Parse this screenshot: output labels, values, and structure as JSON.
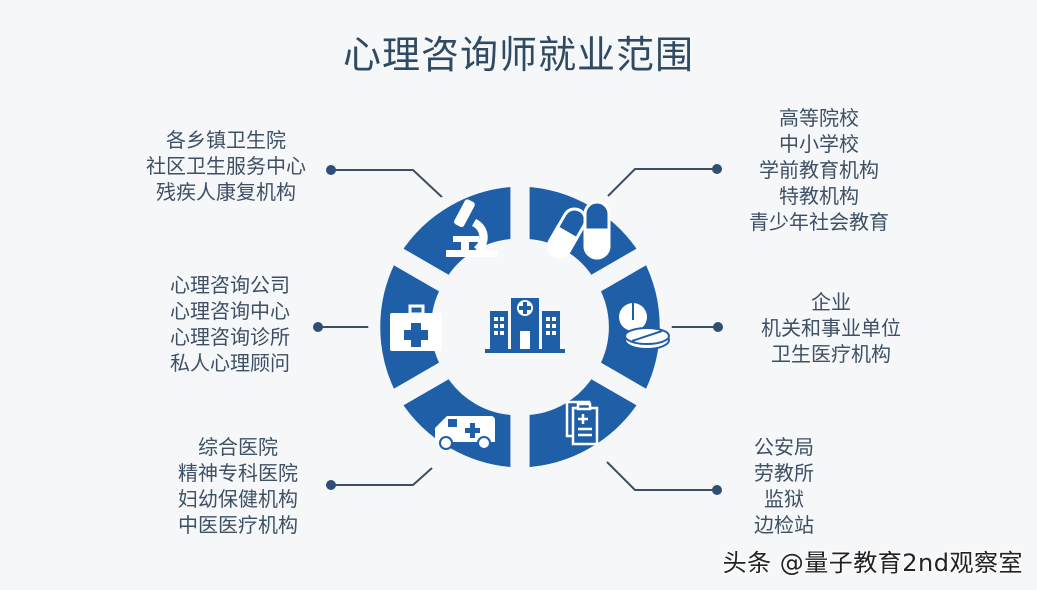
{
  "title": "心理咨询师就业范围",
  "colors": {
    "segment_blue": "#1f5fa8",
    "connector": "#3d4f63",
    "text": "#3e5065",
    "title": "#2f4a63",
    "background": "#f6f7f9"
  },
  "center_icon": "hospital-building-icon",
  "segments": [
    {
      "position": "top-left",
      "icon": "microscope-icon",
      "items": [
        "各乡镇卫生院",
        "社区卫生服务中心",
        "残疾人康复机构"
      ]
    },
    {
      "position": "top-right",
      "icon": "pill-capsules-icon",
      "items": [
        "高等院校",
        "中小学校",
        "学前教育机构",
        "特教机构",
        "青少年社会教育"
      ]
    },
    {
      "position": "left",
      "icon": "first-aid-kit-icon",
      "items": [
        "心理咨询公司",
        "心理咨询中心",
        "心理咨询诊所",
        "私人心理顾问"
      ]
    },
    {
      "position": "right",
      "icon": "tablets-icon",
      "items": [
        "企业",
        "机关和事业单位",
        "卫生医疗机构"
      ]
    },
    {
      "position": "bottom-left",
      "icon": "ambulance-icon",
      "items": [
        "综合医院",
        "精神专科医院",
        "妇幼保健机构",
        "中医医疗机构"
      ]
    },
    {
      "position": "bottom-right",
      "icon": "medical-clipboard-icon",
      "items": [
        "公安局",
        "劳教所",
        "监狱",
        "边检站"
      ]
    }
  ],
  "watermark": "头条 @量子教育2nd观察室"
}
